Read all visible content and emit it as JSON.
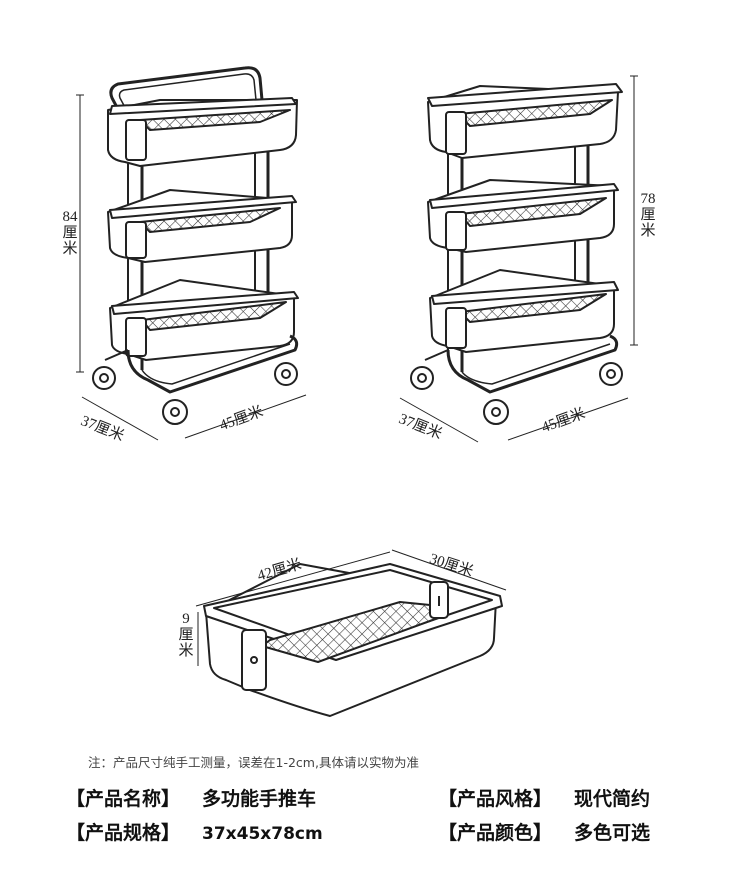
{
  "cart1": {
    "height_label": "84厘米",
    "depth_label": "37厘米",
    "width_label": "45厘米"
  },
  "cart2": {
    "height_label": "78厘米",
    "depth_label": "37厘米",
    "width_label": "45厘米"
  },
  "basket": {
    "length_label": "42厘米",
    "width_label": "30厘米",
    "height_label": "9厘米"
  },
  "note": "注：产品尺寸纯手工测量，误差在1-2cm,具体请以实物为准",
  "specs": {
    "name_label": "【产品名称】",
    "name_value": "多功能手推车",
    "style_label": "【产品风格】",
    "style_value": "现代简约",
    "size_label": "【产品规格】",
    "size_value": "37x45x78cm",
    "color_label": "【产品颜色】",
    "color_value": "多色可选"
  }
}
